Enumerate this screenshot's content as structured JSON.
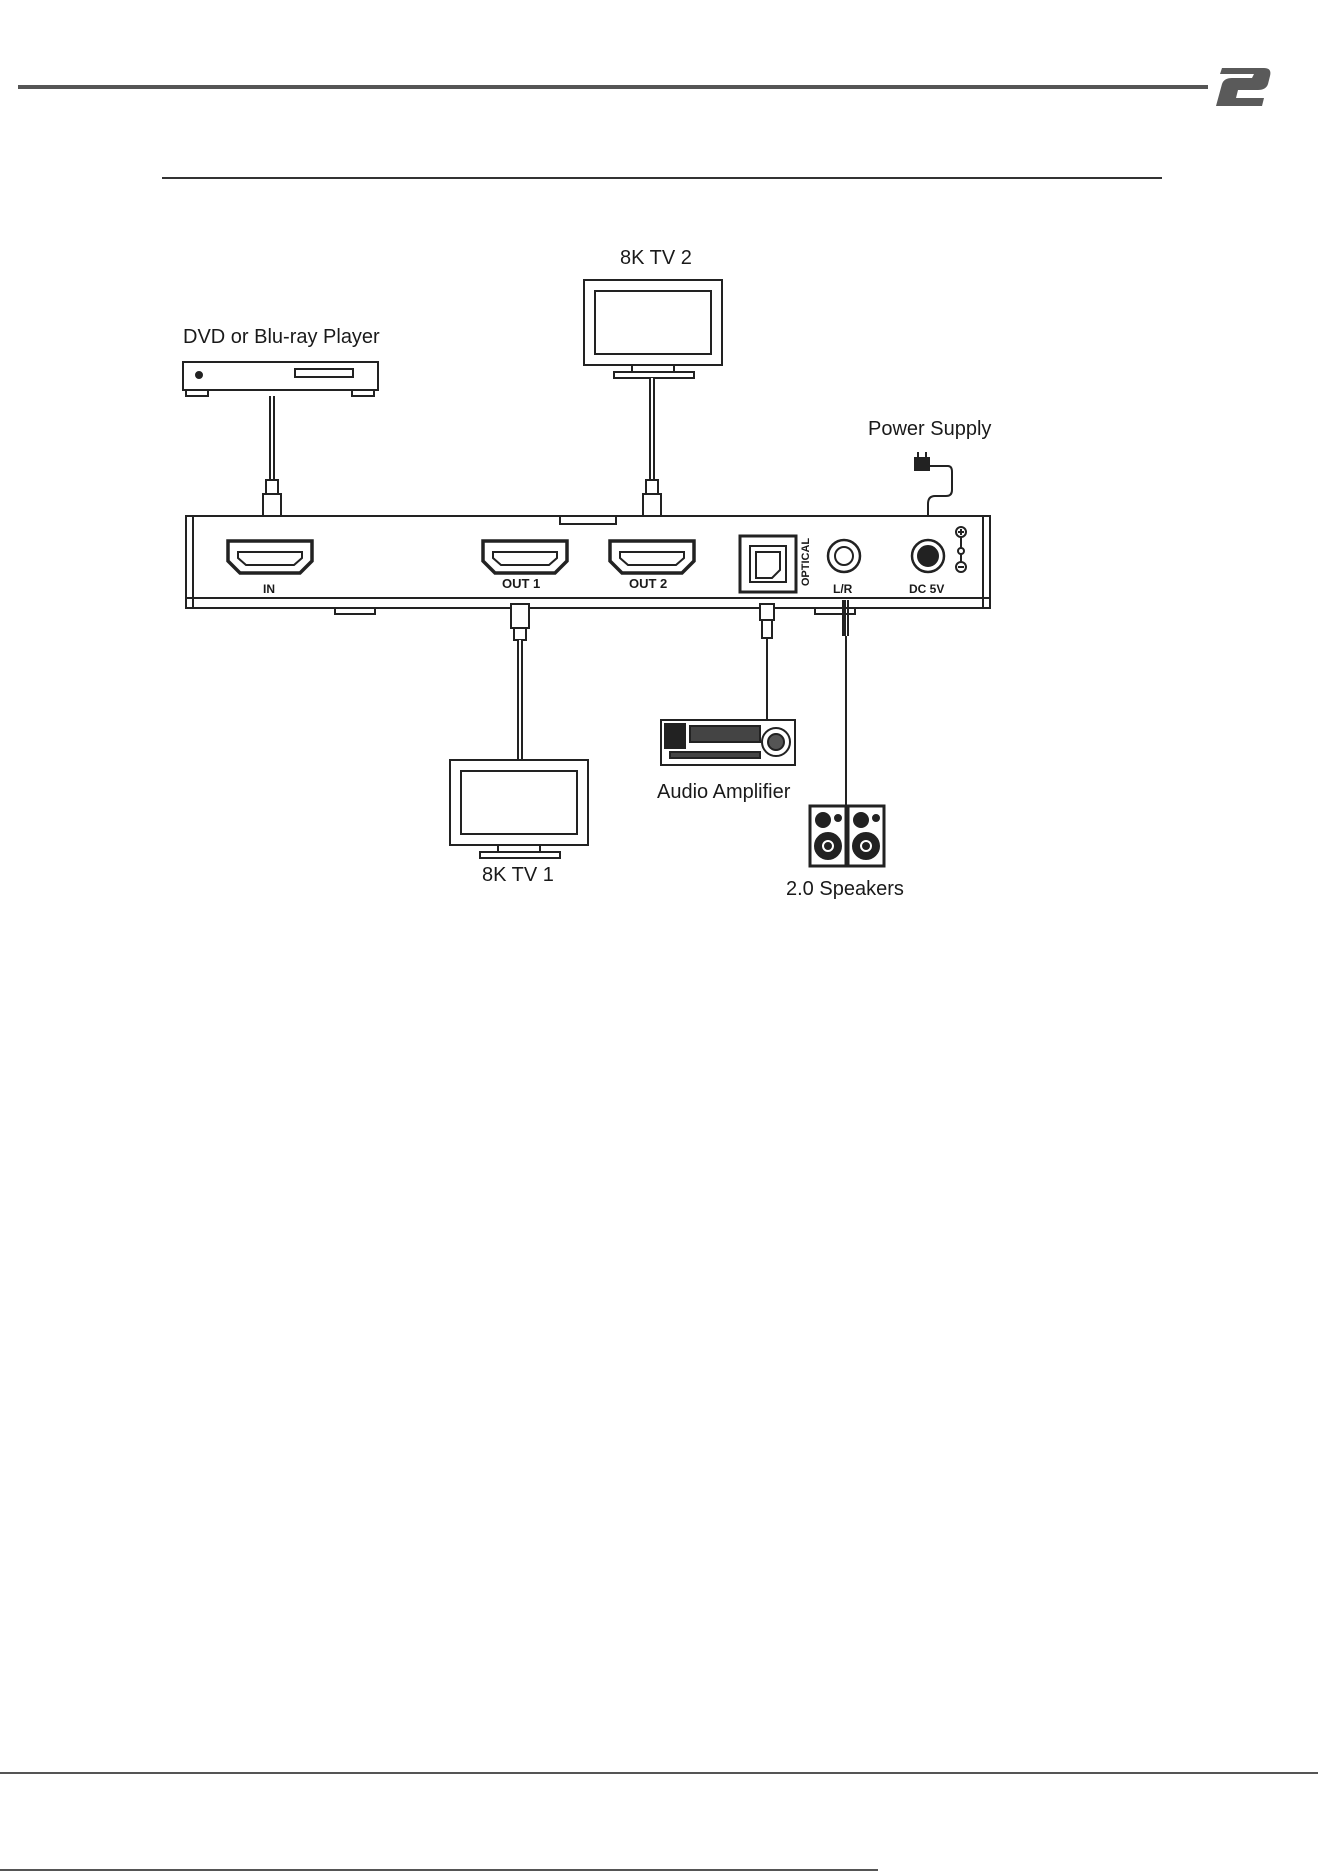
{
  "devices": {
    "dvd_player": "DVD or Blu-ray Player",
    "tv2": "8K TV 2",
    "tv1": "8K TV 1",
    "power_supply": "Power Supply",
    "amplifier": "Audio Amplifier",
    "speakers": "2.0 Speakers"
  },
  "ports": {
    "in": "IN",
    "out1": "OUT 1",
    "out2": "OUT 2",
    "optical": "OPTICAL",
    "lr": "L/R",
    "dc": "DC 5V"
  },
  "icons": [
    "brand-logo-icon",
    "dvd-player-icon",
    "tv-icon",
    "power-adapter-icon",
    "amplifier-icon",
    "speaker-icon"
  ]
}
